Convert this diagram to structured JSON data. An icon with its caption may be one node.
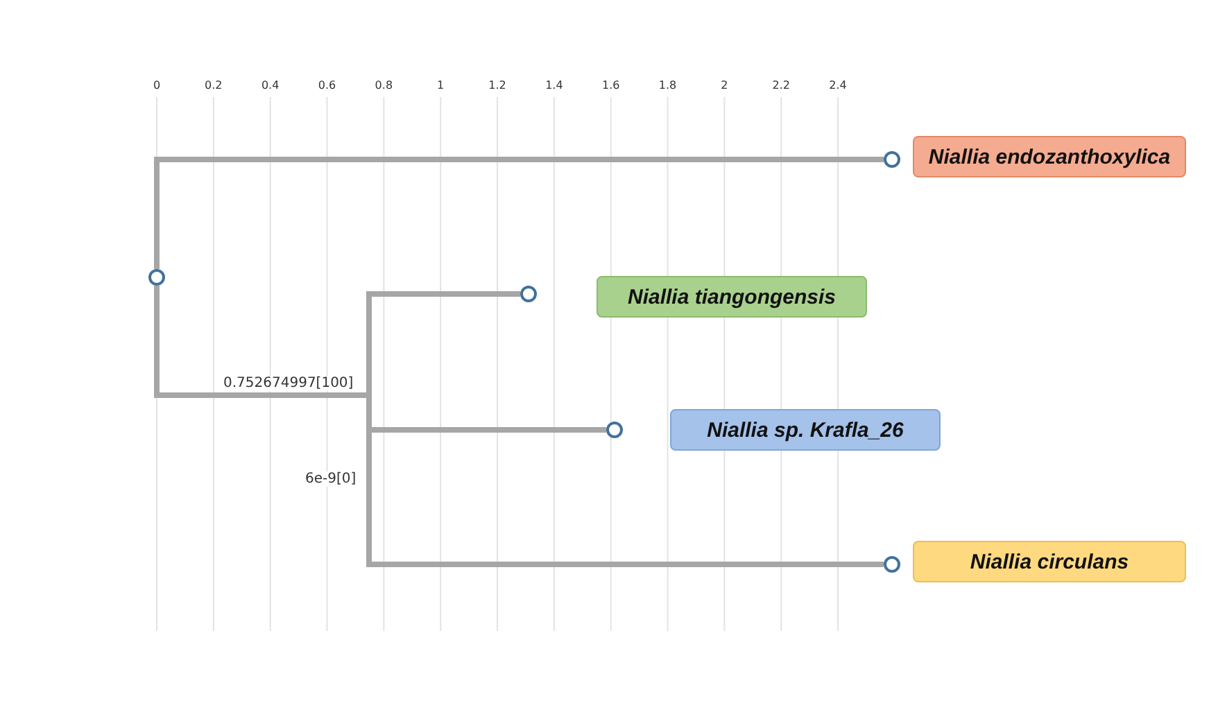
{
  "diagram": {
    "nodes": [
      {
        "text": [],
        "shape": "circle"
      },
      {
        "text": [],
        "shape": "circle"
      },
      {
        "text": [
          "Niallia endozanthoxylica"
        ]
      },
      {
        "text": [],
        "shape": "point"
      },
      {
        "text": [],
        "shape": "circle"
      },
      {
        "text": [
          "Niallia tiangongensis"
        ]
      },
      {
        "text": [],
        "shape": "point"
      },
      {
        "text": [],
        "shape": "circle"
      },
      {
        "text": [
          "Niallia sp. Krafla_26"
        ]
      },
      {
        "text": [],
        "shape": "circle"
      },
      {
        "text": [
          "Niallia circulans"
        ]
      }
    ],
    "edges": [
      {
        "from": 0,
        "to": 1,
        "arrow": "none"
      },
      {
        "from": 0,
        "to": 3,
        "arrow": "none",
        "label": "0.752674997[100]"
      },
      {
        "from": 3,
        "to": 4,
        "arrow": "none"
      },
      {
        "from": 3,
        "to": 6,
        "arrow": "none",
        "label": "6e-9[0]"
      },
      {
        "from": 6,
        "to": 7,
        "arrow": "none"
      },
      {
        "from": 6,
        "to": 9,
        "arrow": "none"
      }
    ],
    "labels": [
      "0",
      "0.2",
      "0.4",
      "0.6",
      "0.8",
      "1",
      "1.2",
      "1.4",
      "1.6",
      "1.8",
      "2",
      "2.2",
      "2.4"
    ]
  }
}
